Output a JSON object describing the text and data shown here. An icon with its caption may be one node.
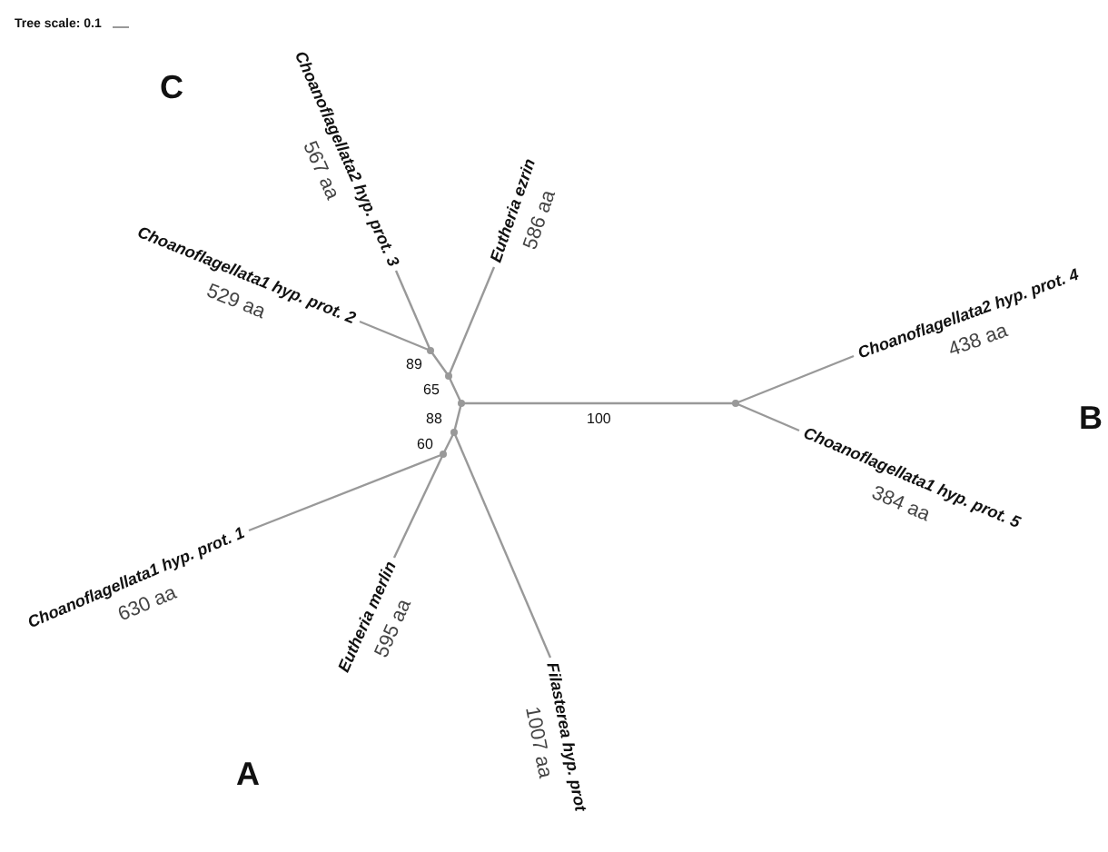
{
  "diagram": {
    "nodes": [
      {
        "text": [
          "Choanoflagellata2 hyp. prot. 3",
          "567 aa"
        ]
      },
      {
        "text": [
          "Eutheria ezrin",
          "586 aa"
        ]
      },
      {
        "text": [
          "Choanoflagellata1 hyp. prot. 2",
          "529 aa"
        ]
      },
      {
        "text": [
          "Choanoflagellata2 hyp. prot. 4",
          "438 aa"
        ]
      },
      {
        "text": [
          "Choanoflagellata1 hyp. prot. 5",
          "384 aa"
        ]
      },
      {
        "text": [
          "Choanoflagellata1 hyp. prot. 1",
          "630 aa"
        ]
      },
      {
        "text": [
          "Eutheria merlin",
          "595 aa"
        ]
      },
      {
        "text": [
          "Filasterea hyp. prot",
          "1007 aa"
        ]
      },
      {
        "text": [],
        "shape": "point"
      },
      {
        "text": [],
        "shape": "point"
      },
      {
        "text": [],
        "shape": "point"
      },
      {
        "text": [],
        "shape": "point"
      },
      {
        "text": [],
        "shape": "point"
      },
      {
        "text": [],
        "shape": "point"
      }
    ],
    "edges": [
      {
        "from": 8,
        "to": 2,
        "arrow": "none"
      },
      {
        "from": 8,
        "to": 0,
        "arrow": "none"
      },
      {
        "from": 8,
        "to": 9,
        "arrow": "none",
        "label": "89"
      },
      {
        "from": 9,
        "to": 1,
        "arrow": "none"
      },
      {
        "from": 9,
        "to": 10,
        "arrow": "none",
        "label": "65"
      },
      {
        "from": 10,
        "to": 13,
        "arrow": "none",
        "label": "100"
      },
      {
        "from": 13,
        "to": 3,
        "arrow": "none"
      },
      {
        "from": 13,
        "to": 4,
        "arrow": "none"
      },
      {
        "from": 10,
        "to": 11,
        "arrow": "none",
        "label": "88"
      },
      {
        "from": 11,
        "to": 7,
        "arrow": "none"
      },
      {
        "from": 11,
        "to": 12,
        "arrow": "none",
        "label": "60"
      },
      {
        "from": 12,
        "to": 5,
        "arrow": "none"
      },
      {
        "from": 12,
        "to": 6,
        "arrow": "none"
      }
    ],
    "labels": [
      "Tree scale: 0.1",
      "C",
      "B",
      "A"
    ]
  }
}
